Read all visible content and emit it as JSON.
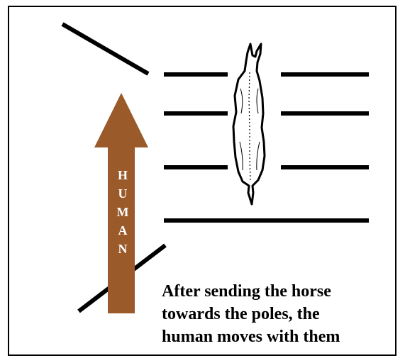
{
  "human_label": [
    "H",
    "U",
    "M",
    "A",
    "N"
  ],
  "caption": [
    "After sending the horse",
    "towards the poles, the",
    "human moves with them"
  ],
  "colors": {
    "arrow": "#9a5a2a",
    "lines": "#000000",
    "border": "#000000",
    "background": "#ffffff",
    "label_text": "#ffffff"
  },
  "icons": {
    "horse": "horse-top-view-icon"
  }
}
